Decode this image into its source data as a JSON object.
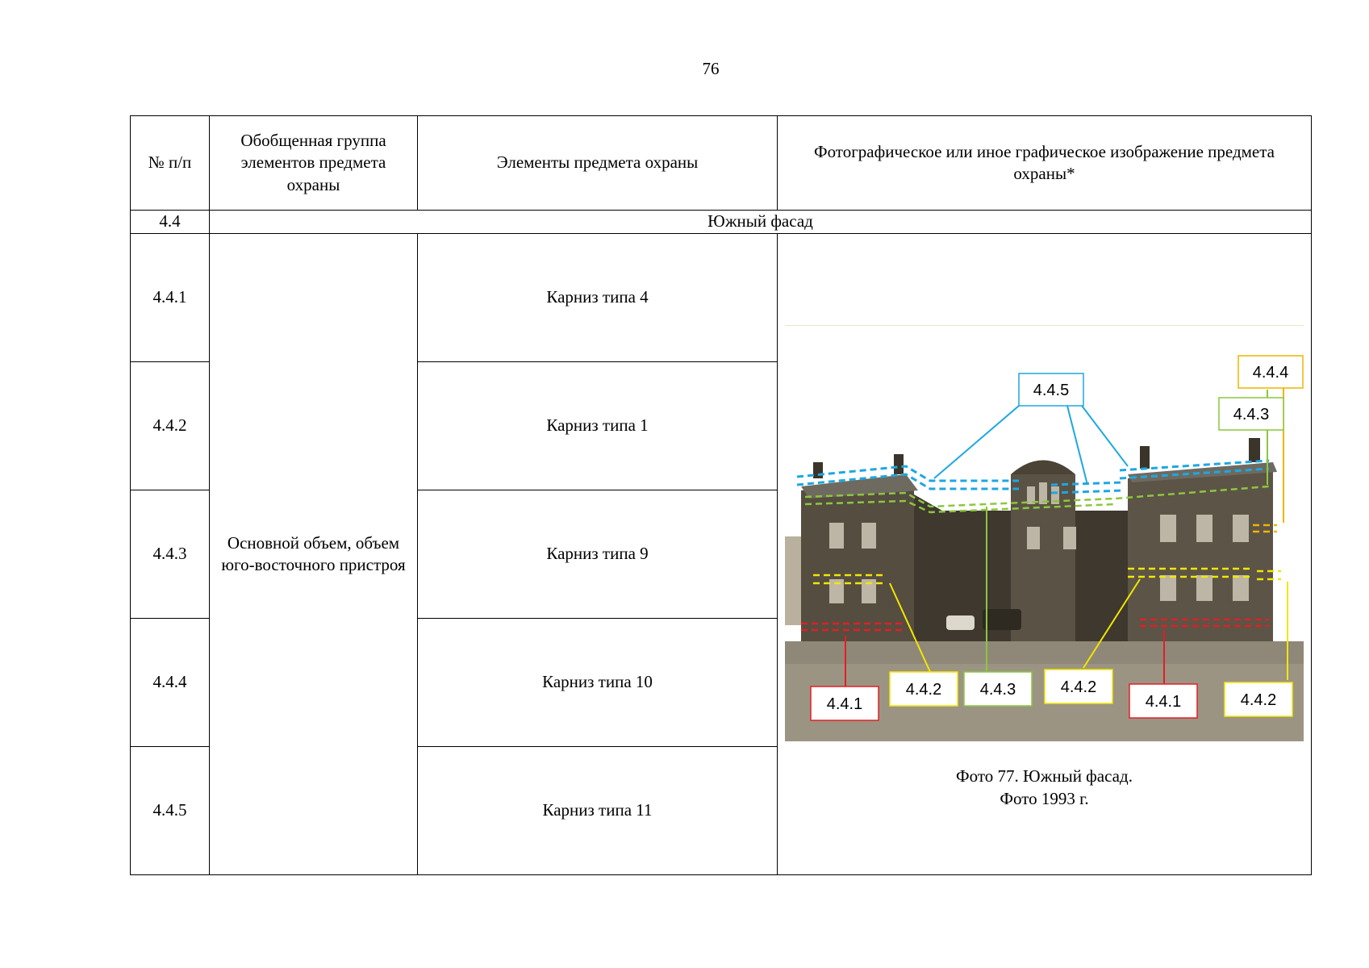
{
  "page_number": "76",
  "table": {
    "headers": {
      "num": "№ п/п",
      "group": "Обобщенная группа элементов предмета охраны",
      "elements": "Элементы предмета охраны",
      "image": "Фотографическое или иное графическое изображение предмета охраны*"
    },
    "section": {
      "num": "4.4",
      "title": "Южный фасад"
    },
    "group_label": "Основной объем, объем юго-восточного пристроя",
    "rows": [
      {
        "num": "4.4.1",
        "element": "Карниз типа 4"
      },
      {
        "num": "4.4.2",
        "element": "Карниз типа 1"
      },
      {
        "num": "4.4.3",
        "element": "Карниз типа 9"
      },
      {
        "num": "4.4.4",
        "element": "Карниз типа 10"
      },
      {
        "num": "4.4.5",
        "element": "Карниз типа 11"
      }
    ]
  },
  "photo": {
    "caption_line1": "Фото 77. Южный фасад.",
    "caption_line2": "Фото 1993 г.",
    "labels": {
      "l445": "4.4.5",
      "l444": "4.4.4",
      "l443_top": "4.4.3",
      "l441_left": "4.4.1",
      "l442_left": "4.4.2",
      "l443_bottom": "4.4.3",
      "l442_mid": "4.4.2",
      "l441_right": "4.4.1",
      "l442_right": "4.4.2"
    },
    "colors": {
      "blue": "#1ea7e1",
      "green": "#8cc63f",
      "yellow": "#f2e600",
      "red": "#e31e24",
      "orange": "#f0b400"
    }
  }
}
